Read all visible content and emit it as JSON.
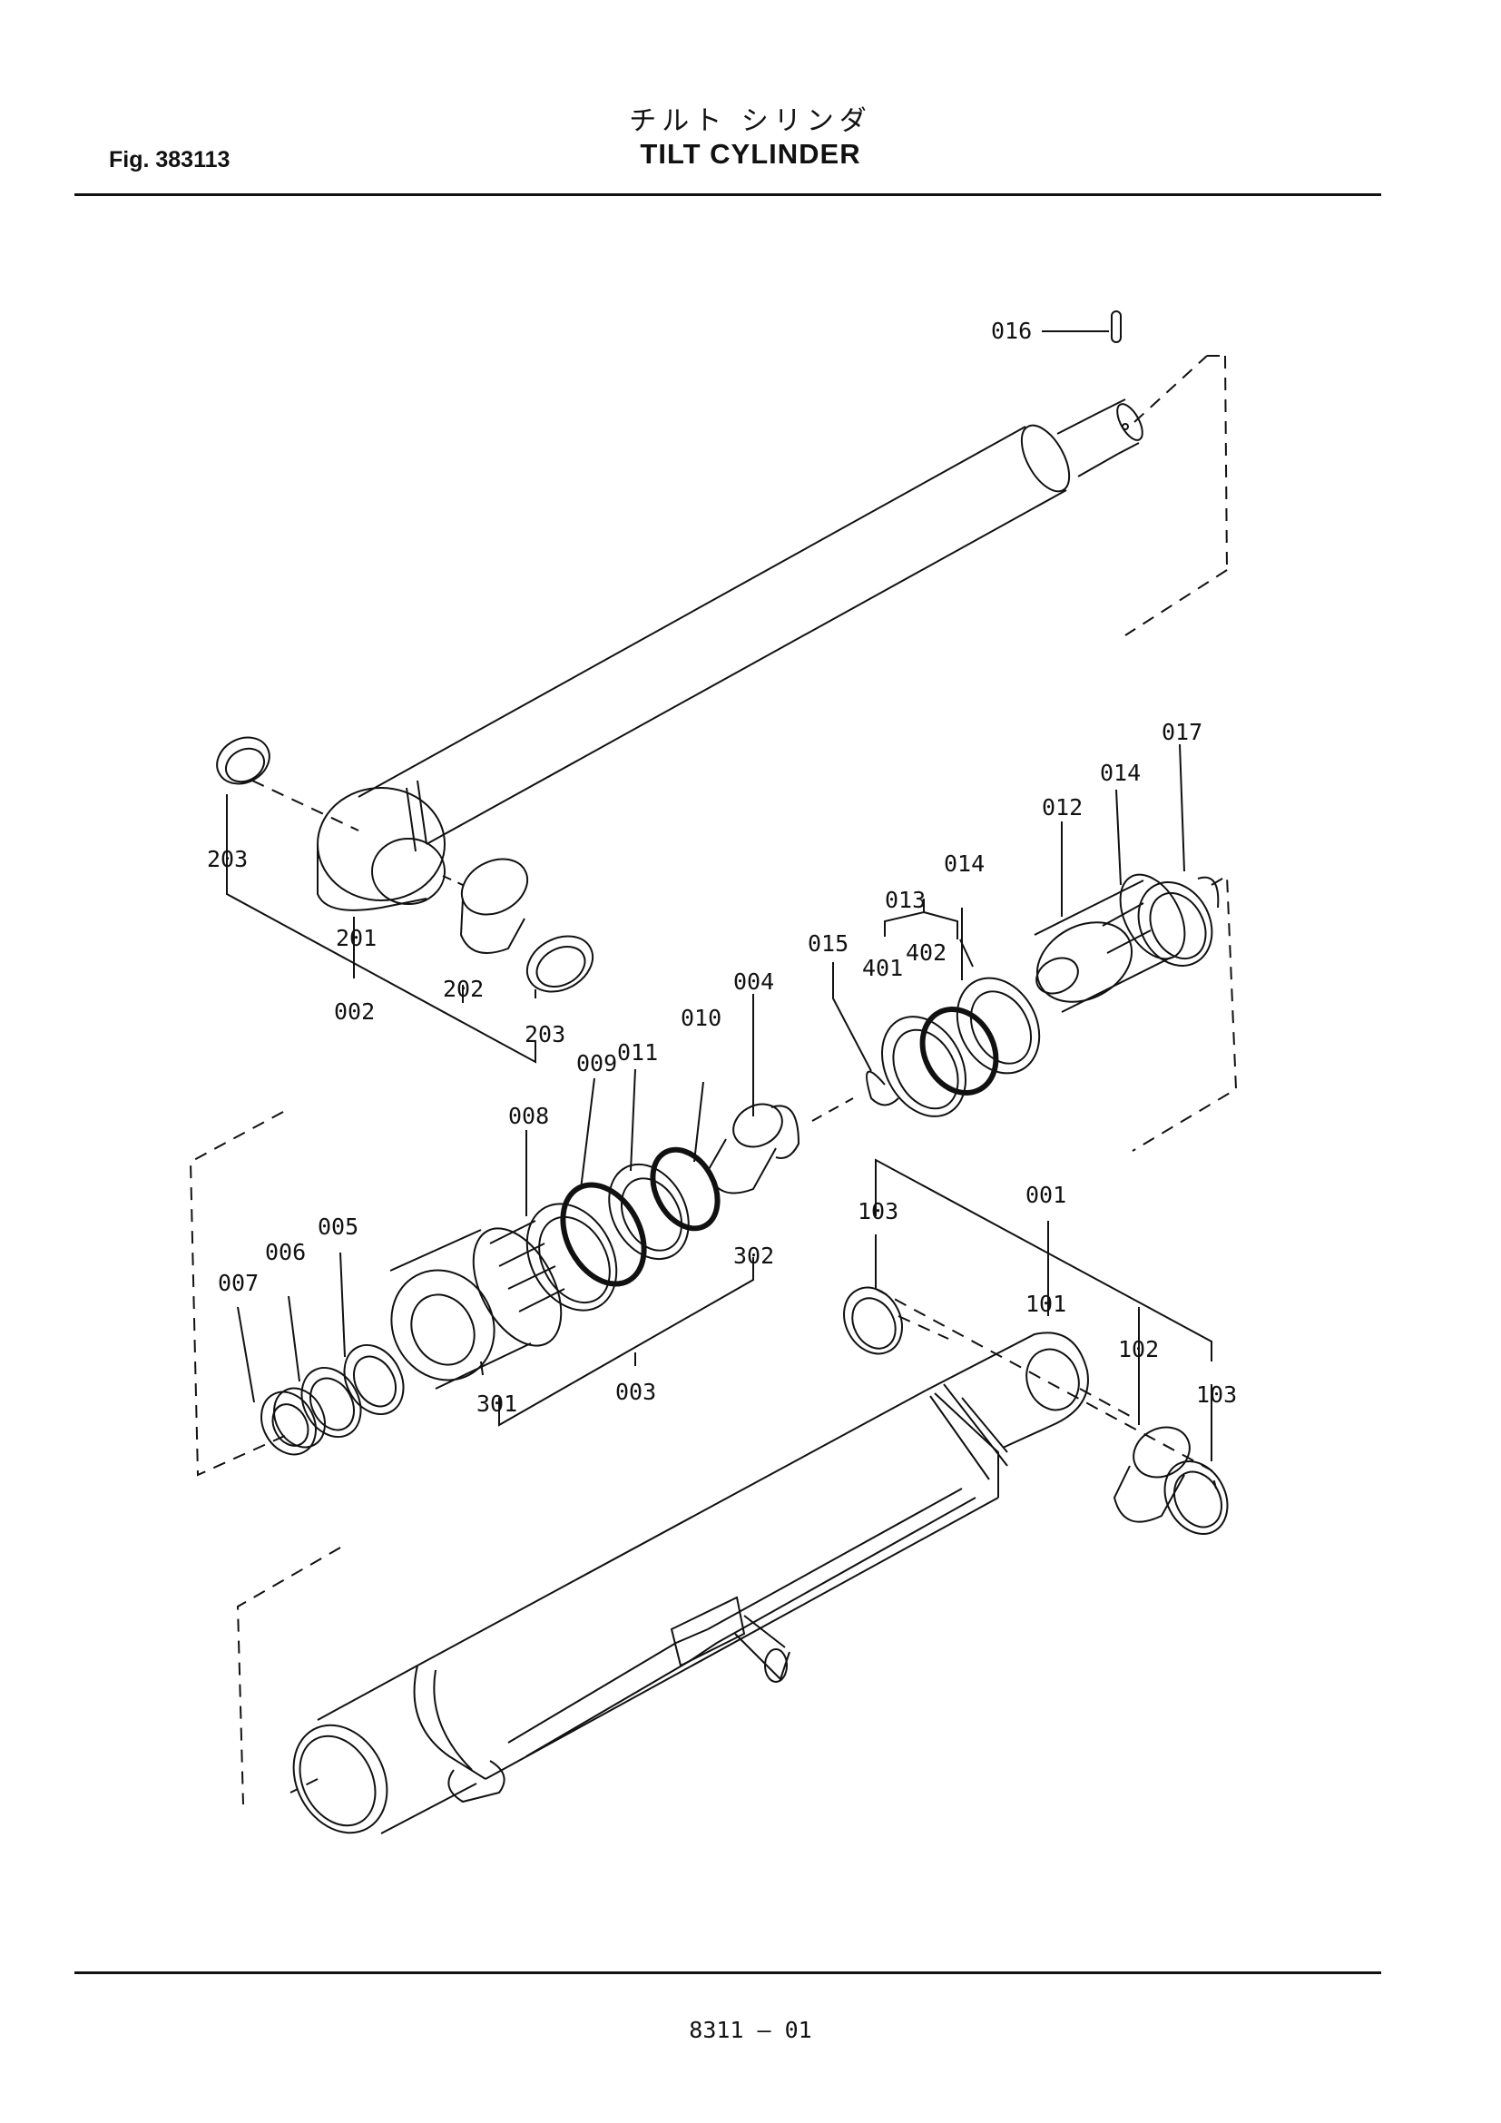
{
  "header": {
    "figure_number": "Fig. 383113",
    "title_japanese": "チルト シリンダ",
    "title": "TILT CYLINDER"
  },
  "footer": {
    "page_code": "8311 – 01"
  },
  "callouts": [
    "016",
    "017",
    "014",
    "012",
    "014",
    "013",
    "402",
    "401",
    "015",
    "004",
    "010",
    "011",
    "009",
    "008",
    "005",
    "006",
    "007",
    "301",
    "003",
    "302",
    "103",
    "001",
    "101",
    "102",
    "103",
    "203",
    "201",
    "002",
    "202",
    "203"
  ]
}
